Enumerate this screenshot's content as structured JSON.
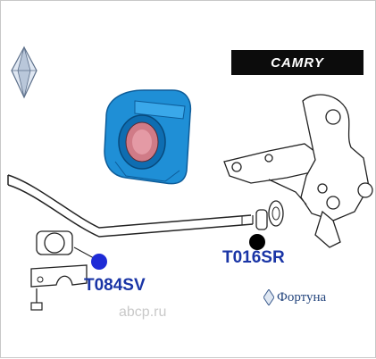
{
  "badge": {
    "text": "CAMRY"
  },
  "parts": [
    {
      "code": "T084SV",
      "color": "#1e2bd6"
    },
    {
      "code": "T016SR",
      "color": "#000000"
    }
  ],
  "brand": {
    "name": "Фортуна"
  },
  "watermark": {
    "text": "abcp.ru"
  },
  "colors": {
    "bushing": "#1f8fd6",
    "label": "#1a35a6",
    "line": "#222222"
  }
}
